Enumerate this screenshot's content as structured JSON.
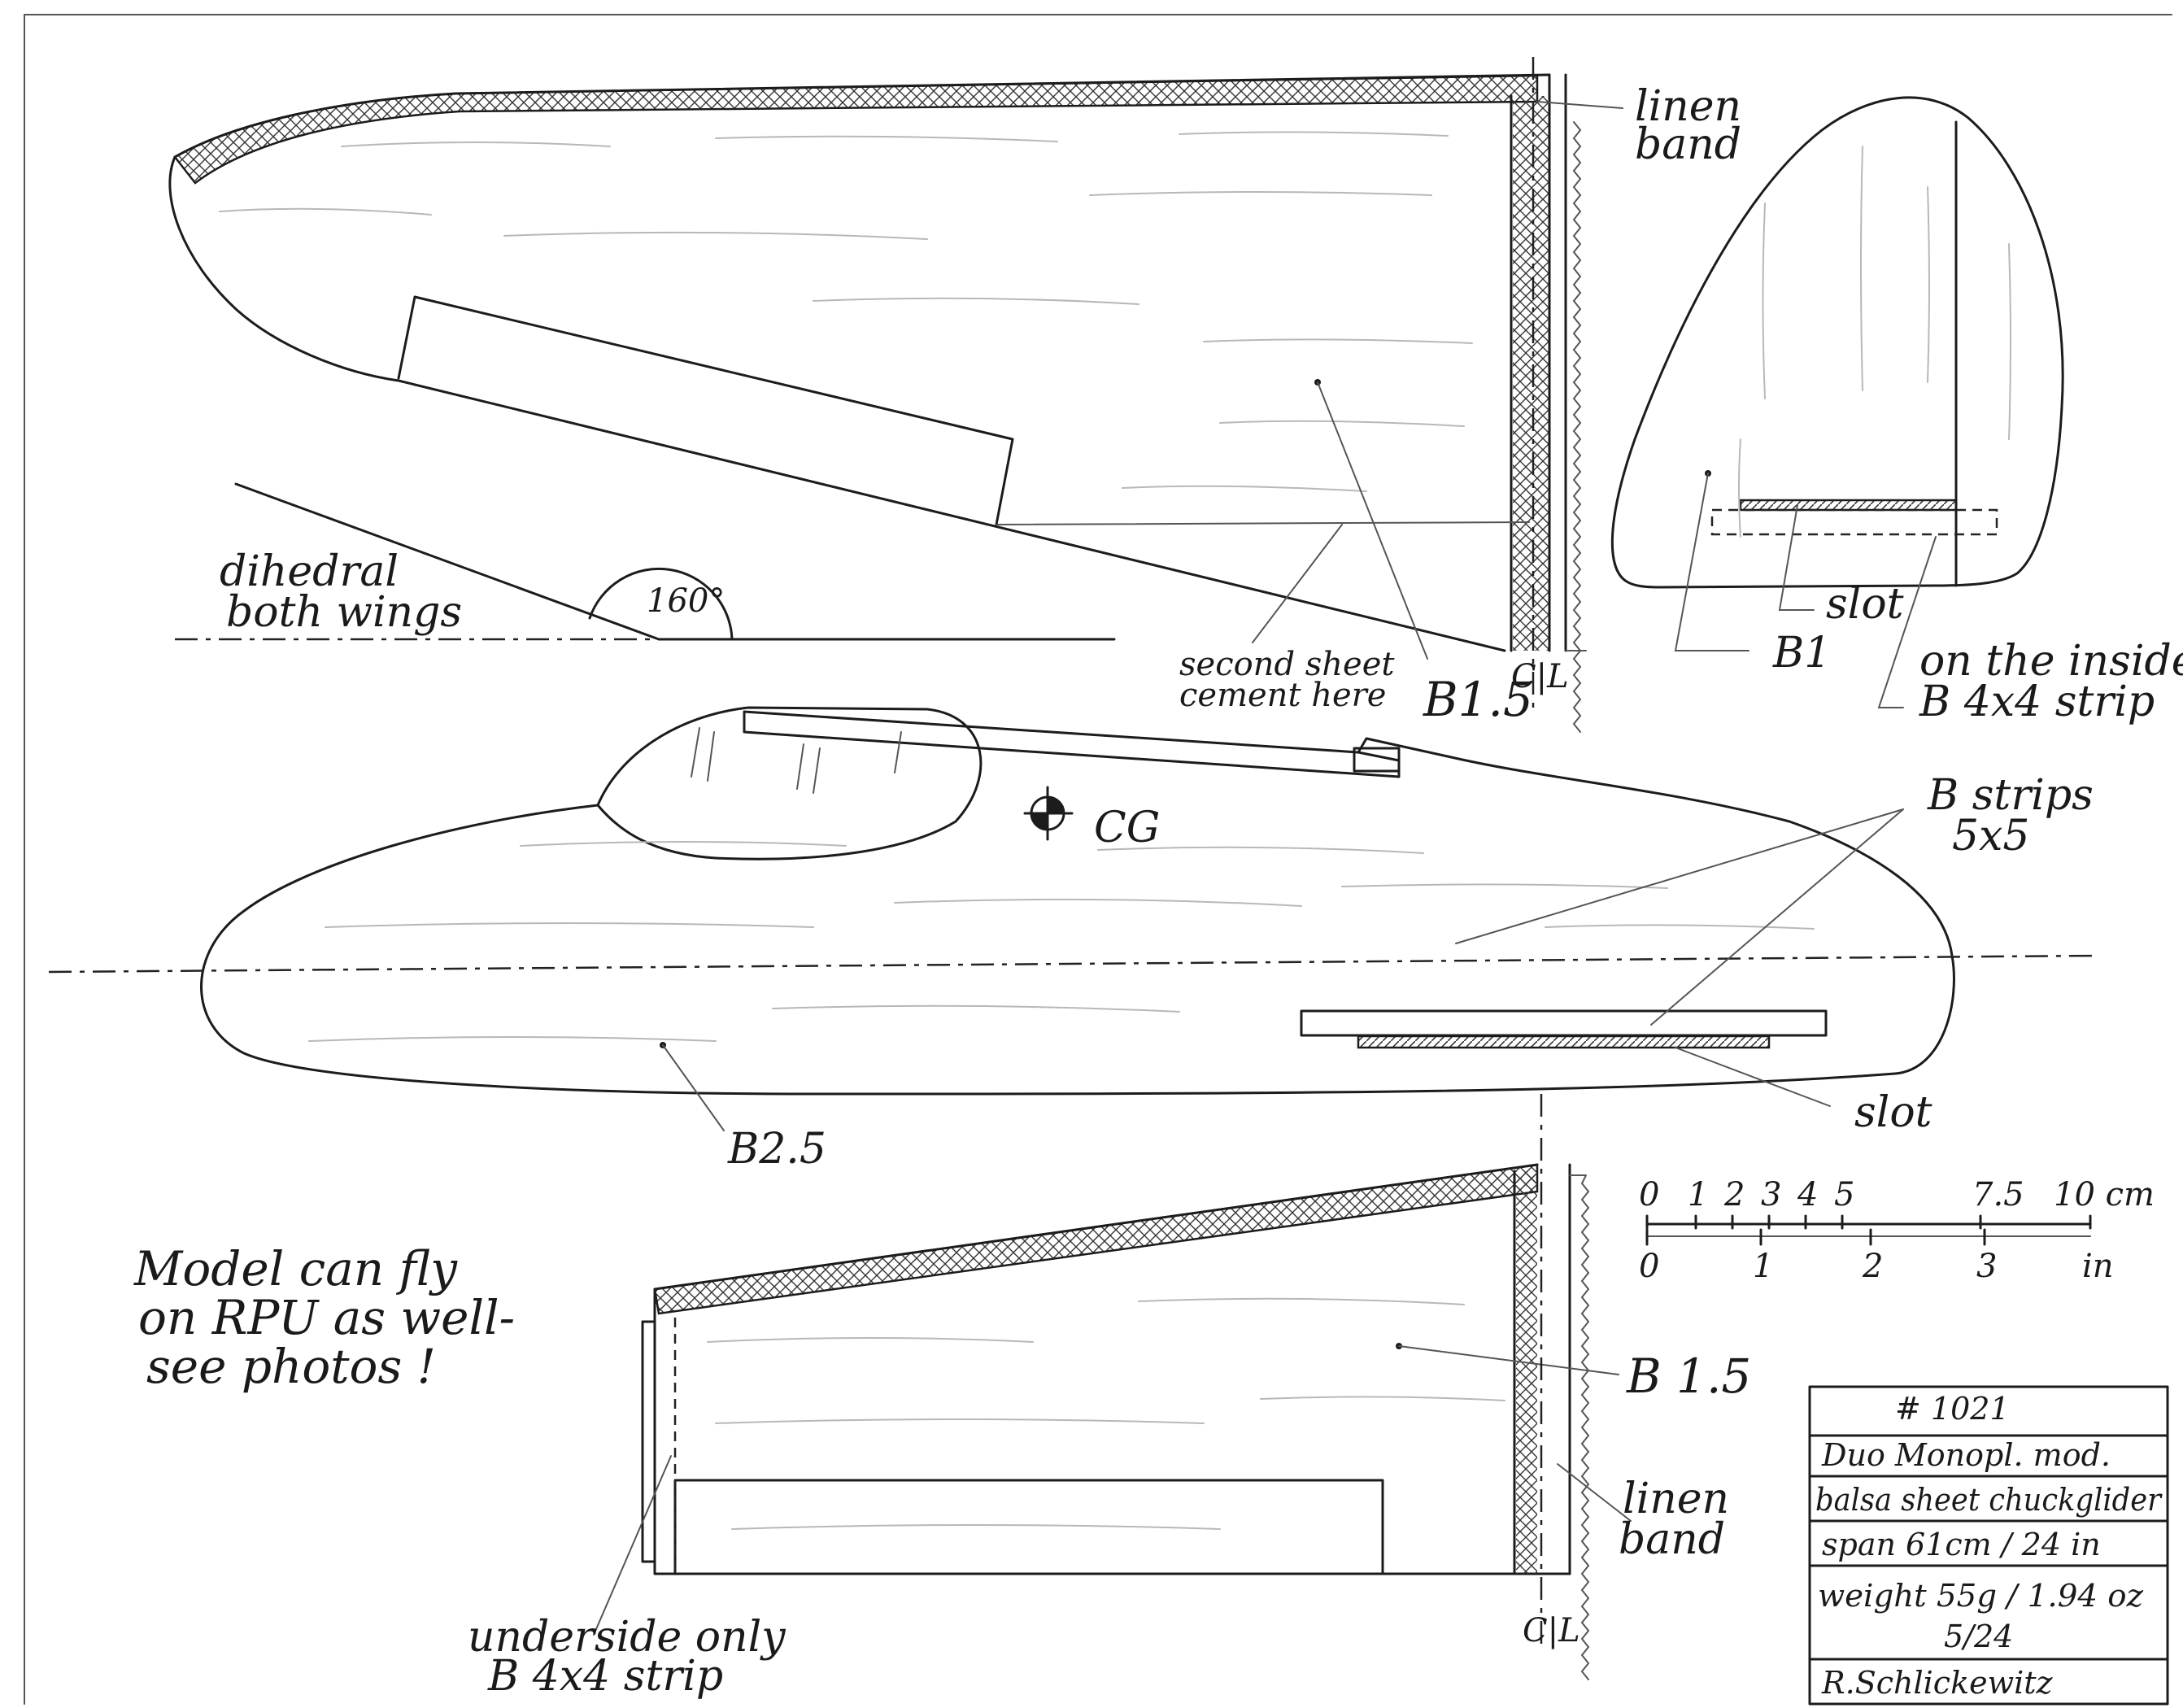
{
  "labels": {
    "linen_band_top": [
      "linen",
      "band"
    ],
    "dihedral": [
      "dihedral",
      "both wings"
    ],
    "dihedral_angle": "160°",
    "second_sheet": [
      "second sheet",
      "cement here"
    ],
    "wing_sheet_top": "B1.5",
    "centerline_top": "C|L",
    "fin_slot": "slot",
    "fin_b1": "B1",
    "fin_strip": [
      "on the inside",
      "B 4x4 strip"
    ],
    "b_strips": [
      "B strips",
      "5x5"
    ],
    "cg": "CG",
    "fuselage_slot": "slot",
    "fuselage_sheet": "B2.5",
    "note": [
      "Model can fly",
      "on RPU as well-",
      "see photos !"
    ],
    "stab_sheet": "B 1.5",
    "linen_band_bottom": [
      "linen",
      "band"
    ],
    "underside": [
      "underside only",
      "B 4x4 strip"
    ],
    "centerline_bottom": "C|L"
  },
  "scale": {
    "cm_ticks": [
      "0",
      "1",
      "2",
      "3",
      "4",
      "5",
      "7.5",
      "10 cm"
    ],
    "in_ticks": [
      "0",
      "1",
      "2",
      "3",
      "in"
    ]
  },
  "title_block": {
    "number": "# 1021",
    "name": "Duo Monopl. mod.",
    "type": "balsa sheet chuckglider",
    "span": "span 61cm / 24 in",
    "weight": "weight 55g / 1.94 oz",
    "date": "5/24",
    "author": "R.Schlickewitz"
  }
}
